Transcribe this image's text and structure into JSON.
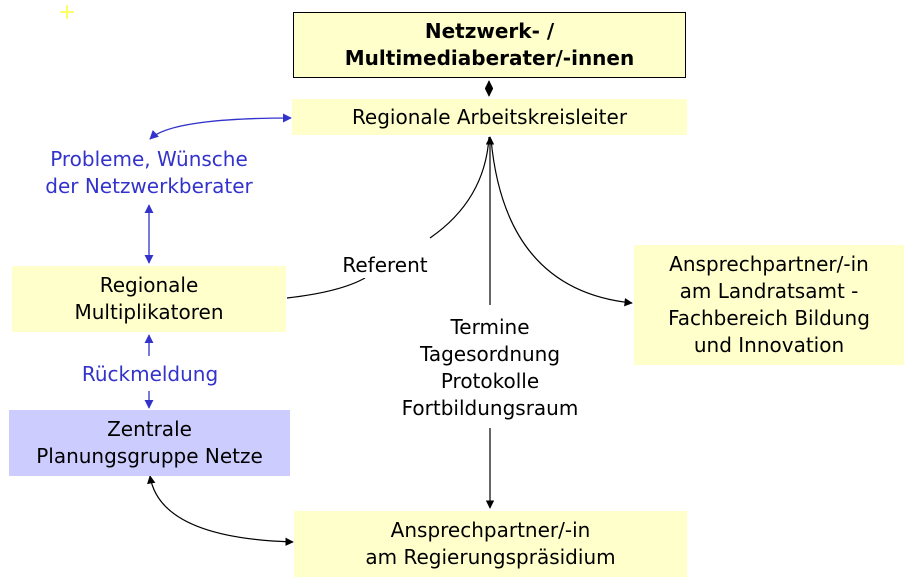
{
  "top_box": {
    "lines": [
      "Netzwerk- /",
      "Multimediaberater/-innen"
    ]
  },
  "arbeitskreis": {
    "label": "Regionale Arbeitskreisleiter"
  },
  "probleme": {
    "lines": [
      "Probleme, Wünsche",
      "der Netzwerkberater"
    ]
  },
  "multiplikatoren": {
    "lines": [
      "Regionale",
      "Multiplikatoren"
    ]
  },
  "referent": {
    "label": "Referent"
  },
  "rueckmeldung": {
    "label": "Rückmeldung"
  },
  "planungsgruppe": {
    "lines": [
      "Zentrale",
      "Planungsgruppe Netze"
    ]
  },
  "termine": {
    "lines": [
      "Termine",
      "Tagesordnung",
      "Protokolle",
      "Fortbildungsraum"
    ]
  },
  "landratsamt": {
    "lines": [
      "Ansprechpartner/-in",
      "am Landratsamt -",
      "Fachbereich Bildung",
      "und Innovation"
    ]
  },
  "regierungspraesidium": {
    "lines": [
      "Ansprechpartner/-in",
      "am Regierungspräsidium"
    ]
  },
  "colors": {
    "box_fill": "#ffffcc",
    "planung_fill": "#ccccff",
    "blue_text": "#3333cc",
    "connector": "#000000",
    "blue_connector": "#3333cc"
  }
}
